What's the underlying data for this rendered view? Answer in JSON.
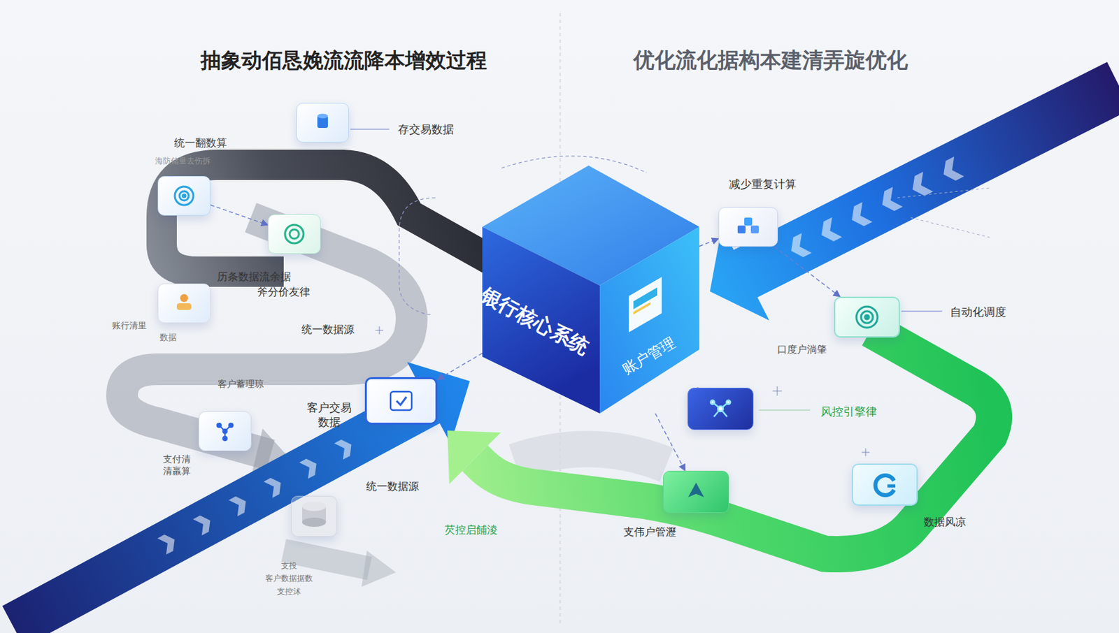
{
  "diagram": {
    "title": "抽象动佰恳娩流流降本增效过程",
    "nodes": [
      {
        "text": [
          "银行核心系统",
          "账户管理"
        ]
      },
      {
        "text": [
          "存交易数据"
        ]
      },
      {
        "text": [
          "统一翻数算",
          "海防储量去伤拆"
        ]
      },
      {
        "text": [
          "历条数据流余据",
          "斧分价友律"
        ]
      },
      {
        "text": [
          "账行清里",
          "数据"
        ]
      },
      {
        "text": [
          "客户交易 数据"
        ]
      },
      {
        "text": [
          "支付清 清羸算"
        ]
      },
      {
        "text": [
          "支投",
          "客户数据据数",
          "支控沭"
        ]
      },
      {
        "text": [
          "减少重复计算"
        ]
      },
      {
        "text": [
          "自动化调度"
        ]
      },
      {
        "text": [
          "风控引擎律"
        ]
      },
      {
        "text": [
          "数据风凉"
        ]
      },
      {
        "text": [
          "支伟户管瀝"
        ]
      }
    ],
    "edges": [
      {
        "from": 0,
        "to": 8,
        "arrow": "to"
      },
      {
        "from": 8,
        "to": 9,
        "arrow": "to"
      },
      {
        "from": 0,
        "to": 10,
        "arrow": "to"
      },
      {
        "from": 0,
        "to": 5,
        "arrow": "to"
      },
      {
        "from": 2,
        "to": 3,
        "arrow": "to"
      },
      {
        "from": 0,
        "to": 12,
        "arrow": "to"
      }
    ],
    "labels": [
      "优化流化据构本建清弄旋优化",
      "统一数据源",
      "客户蓄理琼",
      "统一数据源",
      "芡控启餔淩",
      "口度户淌肇"
    ]
  }
}
